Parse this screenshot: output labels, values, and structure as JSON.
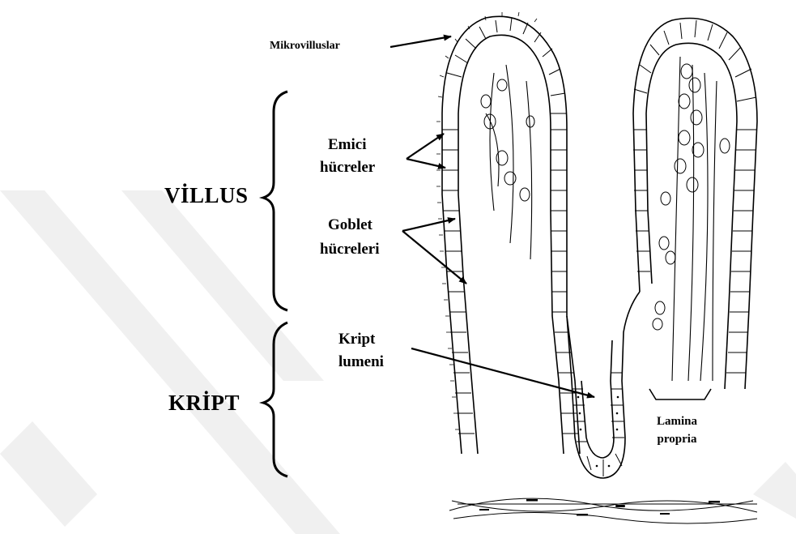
{
  "labels": {
    "microvilli": "Mikrovilluslar",
    "absorptive_1": "Emici",
    "absorptive_2": "hücreler",
    "goblet_1": "Goblet",
    "goblet_2": "hücreleri",
    "villus": "VİLLUS",
    "crypt_lumen_1": "Kript",
    "crypt_lumen_2": "lumeni",
    "crypt": "KRİPT",
    "lamina_1": "Lamina",
    "lamina_2": "propria"
  },
  "colors": {
    "ink": "#000000",
    "watermark": "#eeeeee",
    "background": "#ffffff"
  }
}
